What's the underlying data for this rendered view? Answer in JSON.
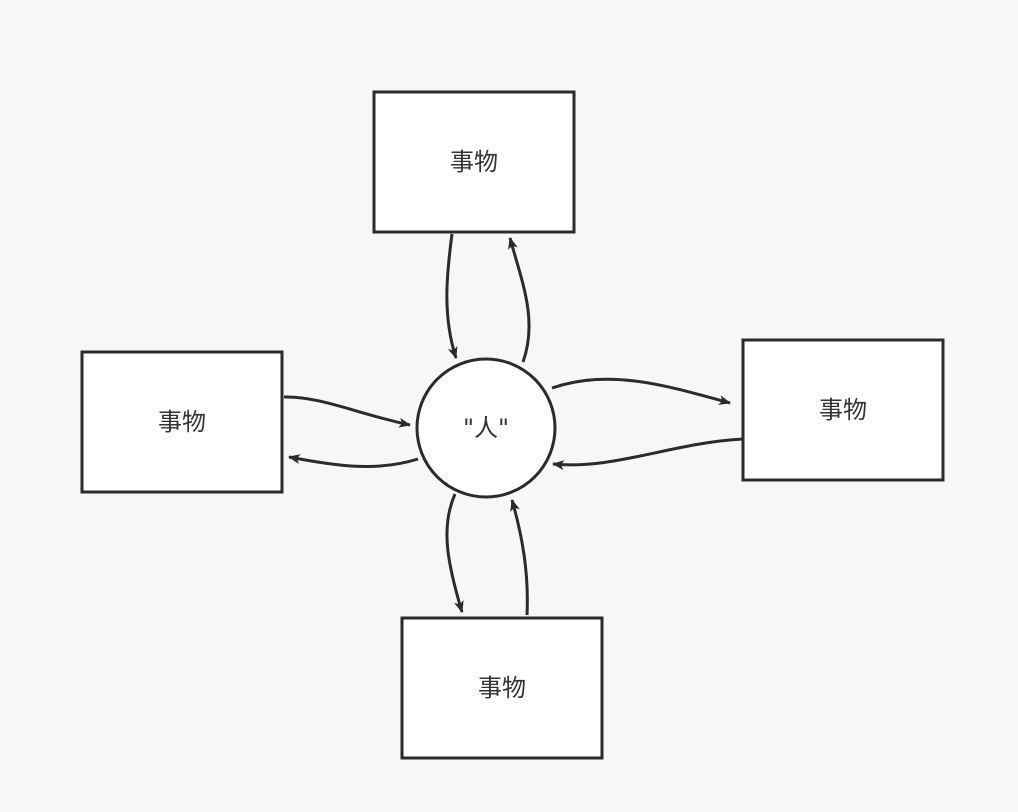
{
  "diagram": {
    "center": {
      "label": "\"人\""
    },
    "nodes": [
      {
        "id": "top",
        "label": "事物"
      },
      {
        "id": "left",
        "label": "事物"
      },
      {
        "id": "right",
        "label": "事物"
      },
      {
        "id": "bottom",
        "label": "事物"
      }
    ],
    "edges": [
      {
        "from": "top",
        "to": "center"
      },
      {
        "from": "center",
        "to": "top"
      },
      {
        "from": "left",
        "to": "center"
      },
      {
        "from": "center",
        "to": "left"
      },
      {
        "from": "center",
        "to": "right"
      },
      {
        "from": "right",
        "to": "center"
      },
      {
        "from": "center",
        "to": "bottom"
      },
      {
        "from": "bottom",
        "to": "center"
      }
    ],
    "colors": {
      "stroke": "#2b2b2b",
      "fill": "#ffffff",
      "background": "#f7f7f7"
    }
  }
}
